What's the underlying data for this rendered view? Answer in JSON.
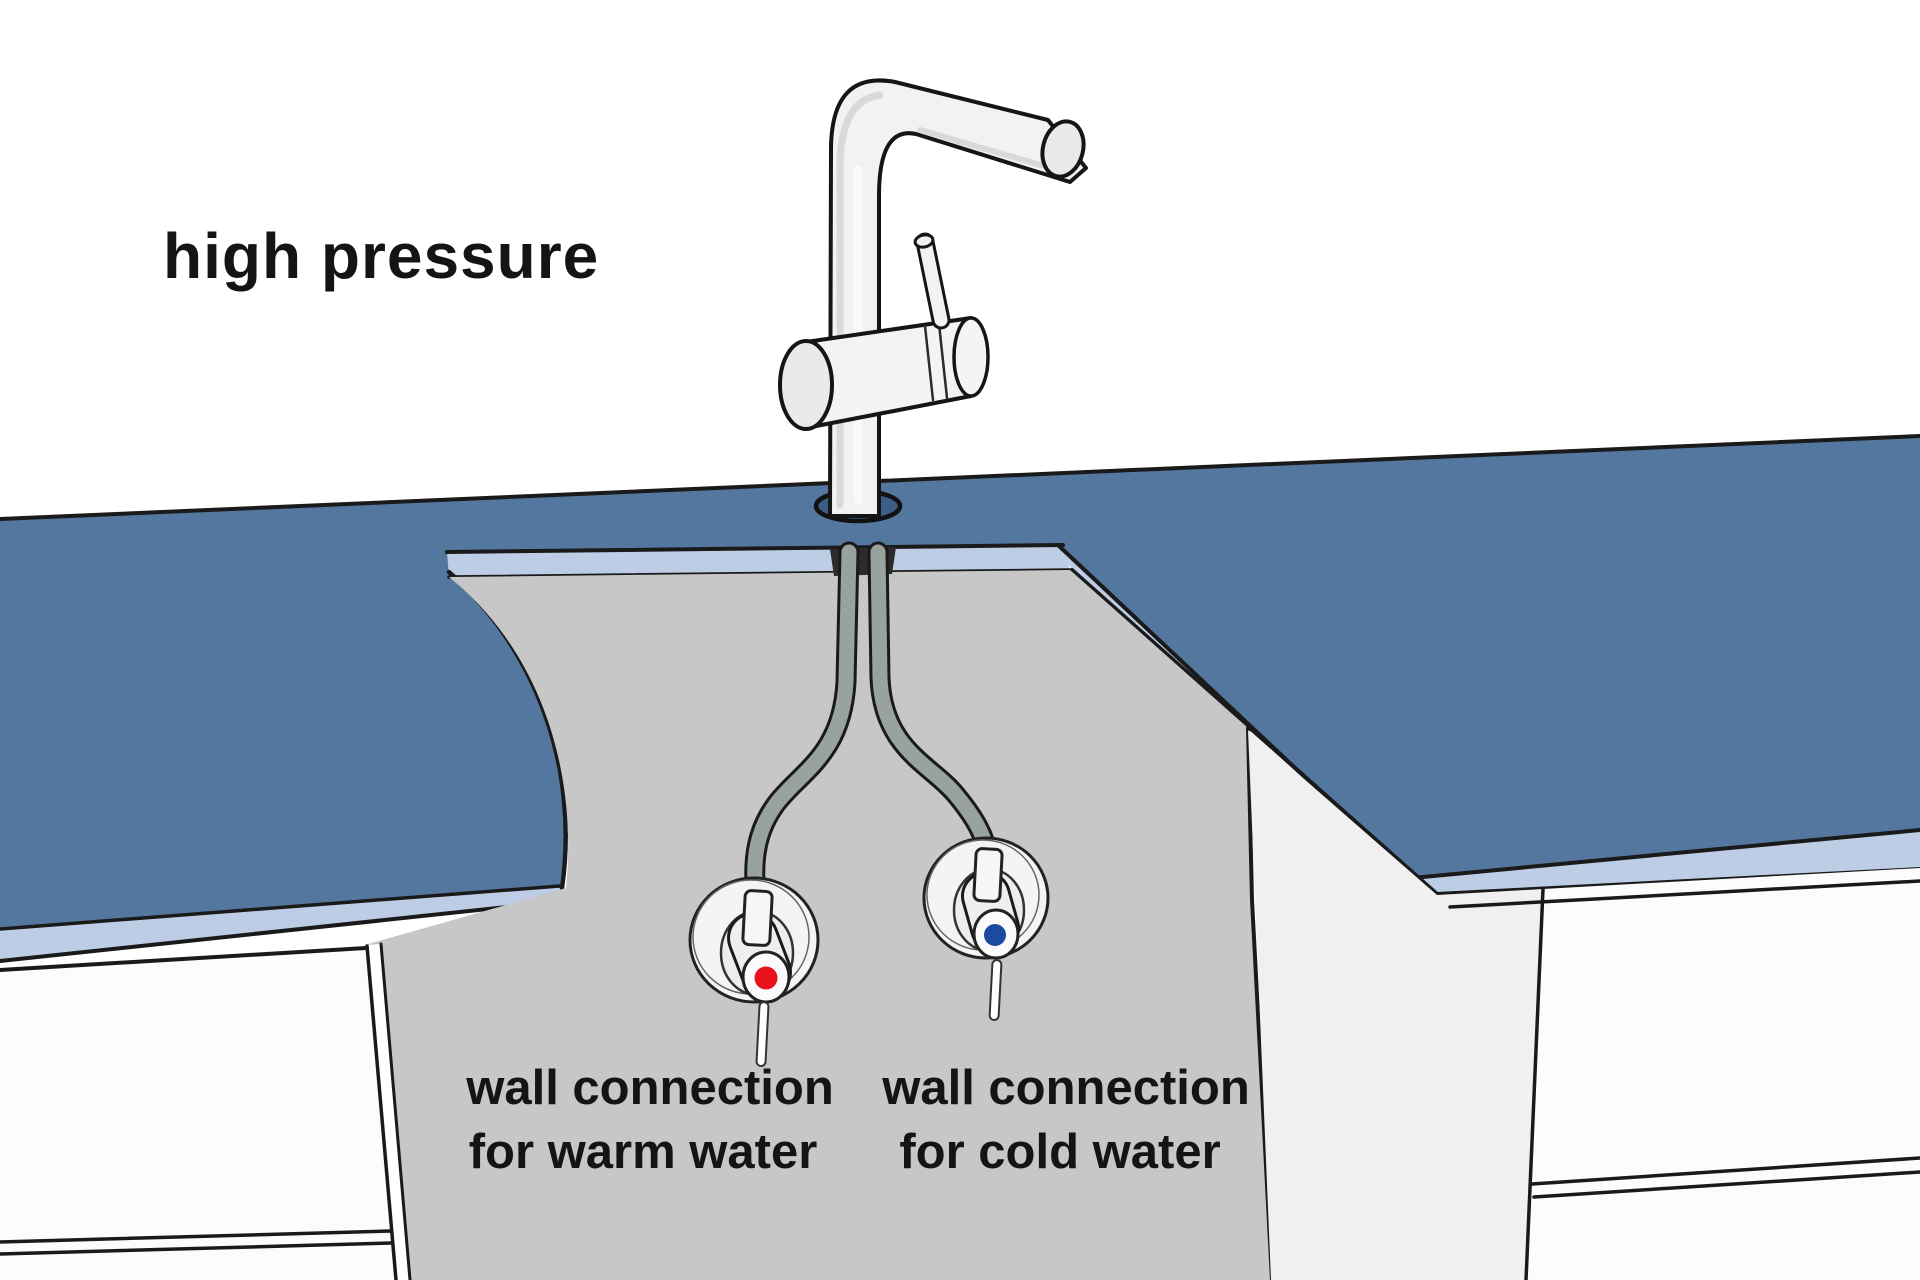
{
  "title": "high pressure",
  "labels": {
    "warm": {
      "line1": "wall connection",
      "line2": "for warm water"
    },
    "cold": {
      "line1": "wall connection",
      "line2": "for cold water"
    }
  },
  "colors": {
    "countertop": "#54779f",
    "countertop_edge": "#bccde5",
    "niche_wall": "#c7c7c7",
    "hose": "#98a29f",
    "warm_indicator": "#e8101a",
    "cold_indicator": "#1c4a9f",
    "fixture_body": "#f2f2f2",
    "outline": "#1a1a1a"
  }
}
